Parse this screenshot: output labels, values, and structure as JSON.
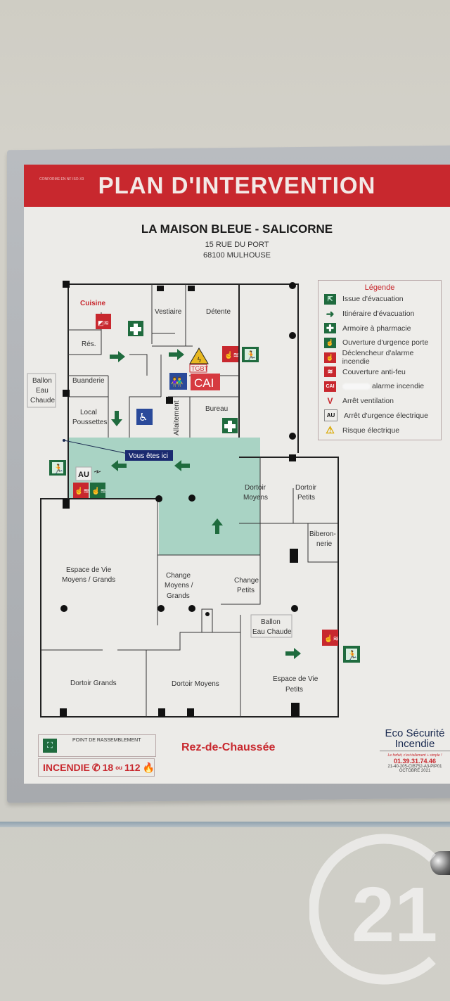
{
  "header": {
    "banner_title": "PLAN D'INTERVENTION",
    "banner_small": "CONFORME EN NF ISO-X3",
    "site_name": "LA MAISON BLEUE - SALICORNE",
    "address_line1": "15 RUE DU PORT",
    "address_line2": "68100 MULHOUSE"
  },
  "rooms": {
    "cuisine": "Cuisine",
    "res": "Rés.",
    "vestiaire": "Vestiaire",
    "detente": "Détente",
    "buanderie": "Buanderie",
    "ballon1_a": "Ballon",
    "ballon1_b": "Eau",
    "ballon1_c": "Chaude",
    "local_a": "Local",
    "local_b": "Poussettes",
    "allaitement": "Allaitement",
    "bureau": "Bureau",
    "tgbt": "TGBT",
    "cai": "CAI",
    "au": "AU",
    "you_are_here": "Vous êtes ici",
    "dortoir_moyens_a": "Dortoir",
    "dortoir_moyens_b": "Moyens",
    "dortoir_petits_a": "Dortoir",
    "dortoir_petits_b": "Petits",
    "biberon_a": "Biberon-",
    "biberon_b": "nerie",
    "espace_mg_a": "Espace de Vie",
    "espace_mg_b": "Moyens / Grands",
    "change_mg_a": "Change",
    "change_mg_b": "Moyens /",
    "change_mg_c": "Grands",
    "change_p_a": "Change",
    "change_p_b": "Petits",
    "ballon2_a": "Ballon",
    "ballon2_b": "Eau Chaude",
    "dortoir_grands": "Dortoir Grands",
    "dortoir_moyens2": "Dortoir Moyens",
    "espace_p_a": "Espace de Vie",
    "espace_p_b": "Petits"
  },
  "legend": {
    "title": "Légende",
    "items": [
      {
        "icon": "emergency-exit-icon",
        "label": "Issue d'évacuation"
      },
      {
        "icon": "evacuation-arrow-icon",
        "label": "Itinéraire d'évacuation"
      },
      {
        "icon": "first-aid-icon",
        "label": "Armoire à pharmacie"
      },
      {
        "icon": "emergency-door-release-icon",
        "label": "Ouverture d'urgence porte"
      },
      {
        "icon": "fire-alarm-call-point-icon",
        "label": "Déclencheur d'alarme incendie"
      },
      {
        "icon": "fire-blanket-icon",
        "label": "Couverture anti-feu"
      },
      {
        "icon": "cai-icon",
        "label": "alarme incendie",
        "icon_text": "CAI"
      },
      {
        "icon": "ventilation-stop-icon",
        "label": "Arrêt ventilation",
        "icon_text": "V"
      },
      {
        "icon": "electrical-emergency-stop-icon",
        "label": "Arrêt d'urgence électrique",
        "icon_text": "AU"
      },
      {
        "icon": "electrical-hazard-icon",
        "label": "Risque électrique"
      }
    ]
  },
  "footer": {
    "rally_point": "POINT DE RASSEMBLEMENT",
    "fire_label": "INCENDIE",
    "fire_num1": "18",
    "fire_or": "ou",
    "fire_num2": "112",
    "floor_name": "Rez-de-Chaussée",
    "brand_line1": "Eco Sécurité",
    "brand_line2": "Incendie",
    "brand_slogan": "Le forfait, c'est tellement + simple !",
    "brand_phone": "01.39.31.74.46",
    "brand_ref": "21-40-205-CIB752-A3-PIP01",
    "brand_date": "OCTOBRE 2021"
  },
  "colors": {
    "banner_red": "#c8282e",
    "exit_green": "#1f6b3e",
    "evac_zone": "#a9d3c4",
    "wheelchair_blue": "#2a4a9a"
  }
}
